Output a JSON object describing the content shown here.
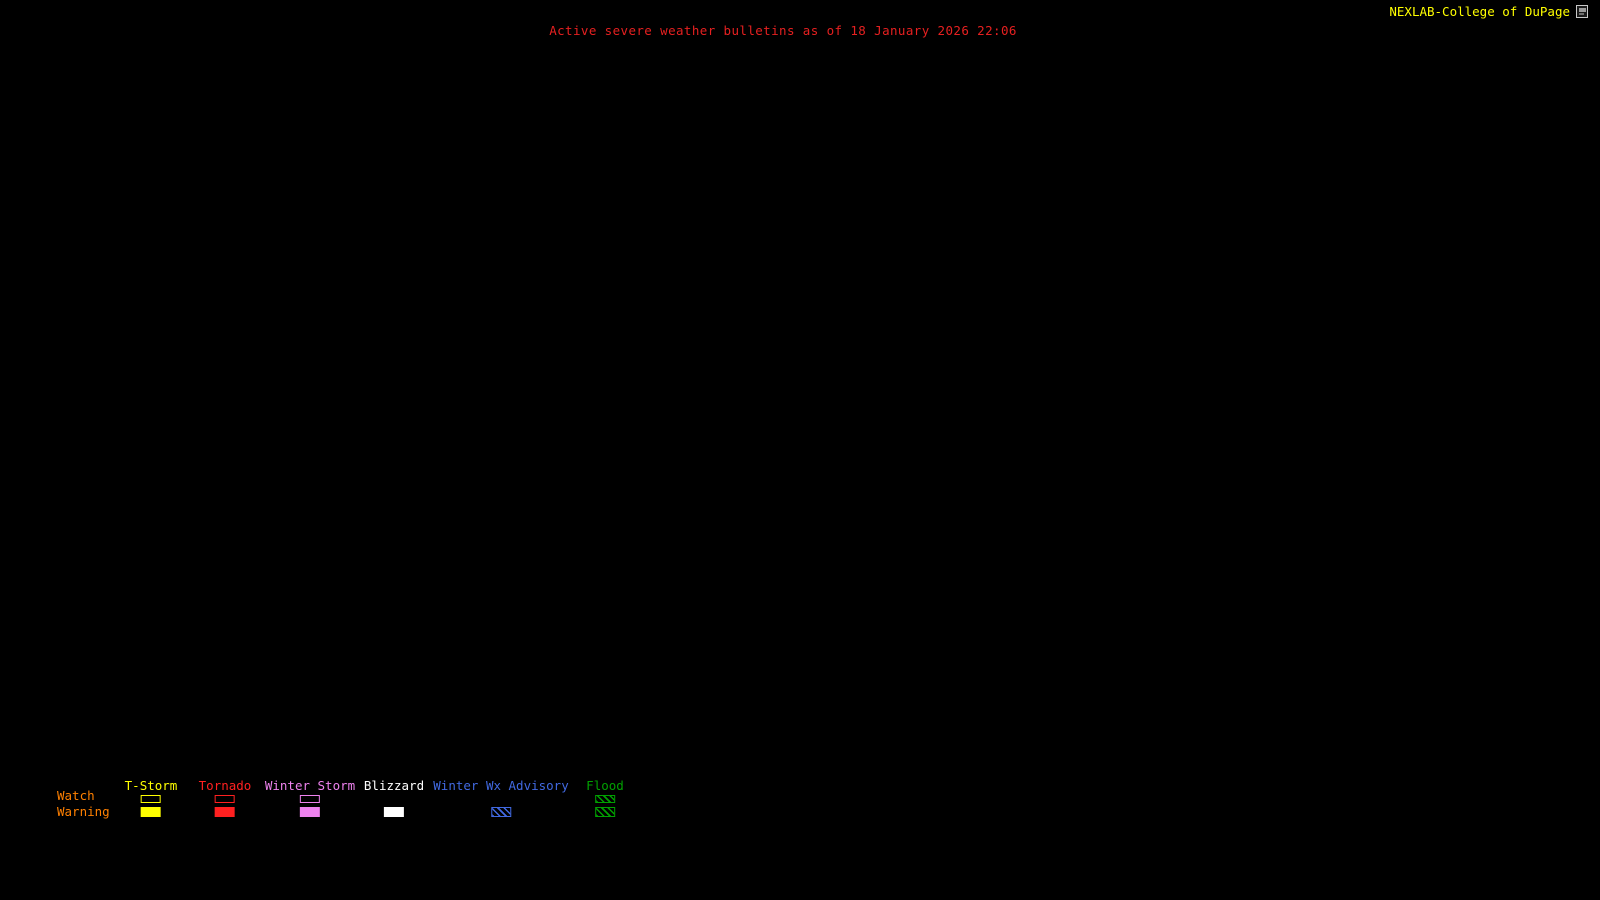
{
  "header": {
    "brand": "NEXLAB-College of DuPage",
    "title": "Active severe weather bulletins as of 18 January 2026 22:06"
  },
  "colors": {
    "background": "#000000",
    "brand": "#ffff00",
    "title": "#e62020",
    "row-label": "#ff8000"
  },
  "legend": {
    "watch_label": "Watch",
    "warning_label": "Warning",
    "items": [
      {
        "label": "T-Storm",
        "color": "#ffff00",
        "watch": "outline",
        "warning": "fill"
      },
      {
        "label": "Tornado",
        "color": "#ff2020",
        "watch": "outline",
        "warning": "fill"
      },
      {
        "label": "Winter Storm",
        "color": "#ee82ee",
        "watch": "outline",
        "warning": "fill"
      },
      {
        "label": "Blizzard",
        "color": "#ffffff",
        "watch": "none",
        "warning": "fill"
      },
      {
        "label": "Winter Wx Advisory",
        "color": "#4169e1",
        "watch": "none",
        "warning": "hatch"
      },
      {
        "label": "Flood",
        "color": "#00a000",
        "watch": "hatch",
        "warning": "hatch"
      }
    ]
  }
}
